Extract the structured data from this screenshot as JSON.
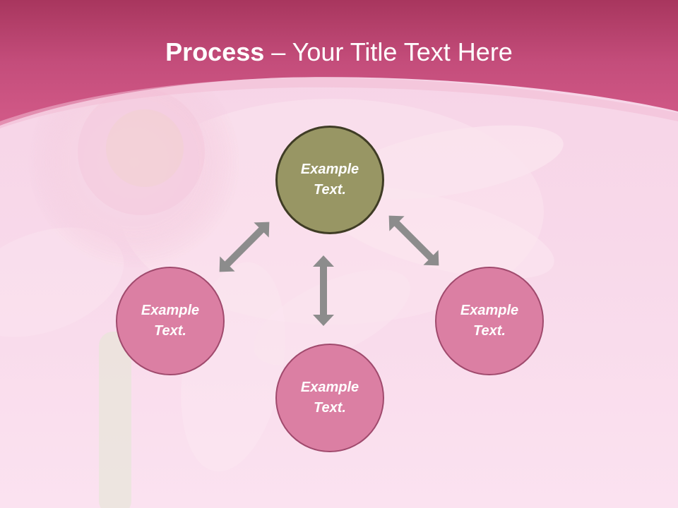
{
  "title": {
    "bold": "Process",
    "separator": " – ",
    "rest": "Your Title Text Here"
  },
  "nodes": [
    {
      "id": "top",
      "label": "Example Text.",
      "color": "#989664"
    },
    {
      "id": "left",
      "label": "Example Text.",
      "color": "#db7fa3"
    },
    {
      "id": "bottom",
      "label": "Example Text.",
      "color": "#db7fa3"
    },
    {
      "id": "right",
      "label": "Example Text.",
      "color": "#db7fa3"
    }
  ],
  "colors": {
    "header": "#c9507f",
    "background": "#f8d9ea",
    "arrow": "#8c8c8c"
  },
  "icons": [
    "double-arrow-icon"
  ]
}
